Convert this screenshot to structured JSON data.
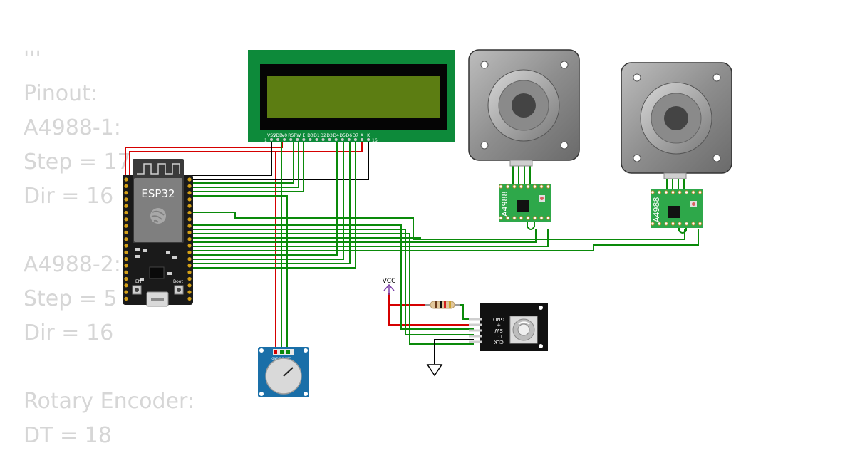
{
  "notes": [
    "'''",
    "Pinout:",
    "A4988-1:",
    "Step = 17",
    "Dir = 16",
    "",
    "A4988-2:",
    "Step = 5",
    "Dir = 16",
    "",
    "Rotary Encoder:",
    "DT = 18"
  ],
  "lcd": {
    "pin_labels": [
      "VSS",
      "VDD",
      "V0",
      "RS",
      "RW",
      "E",
      "D0",
      "D1",
      "D2",
      "D3",
      "D4",
      "D5",
      "D6",
      "D7",
      "A",
      "K"
    ],
    "pin_first": "1",
    "pin_last": "16"
  },
  "esp32": {
    "label": "ESP32",
    "en_label": "EN",
    "boot_label": "Boot"
  },
  "drivers": [
    {
      "label": "A4988"
    },
    {
      "label": "A4988"
    }
  ],
  "encoder": {
    "pin_labels": [
      "GND",
      "+",
      "SW",
      "DT",
      "CLK"
    ]
  },
  "pot": {
    "pin_labels": [
      "GND",
      "SIG",
      "VCC"
    ]
  },
  "power": {
    "vcc_label": "VCC"
  },
  "colors": {
    "wire_red": "#d50000",
    "wire_black": "#000000",
    "wire_green": "#0a8a0a",
    "lcd_board": "#0d8a3a",
    "lcd_screen": "#5c7d12",
    "esp32_board": "#1a1a1a",
    "driver_board": "#2ea84a",
    "pot_board": "#1a6fa8"
  }
}
